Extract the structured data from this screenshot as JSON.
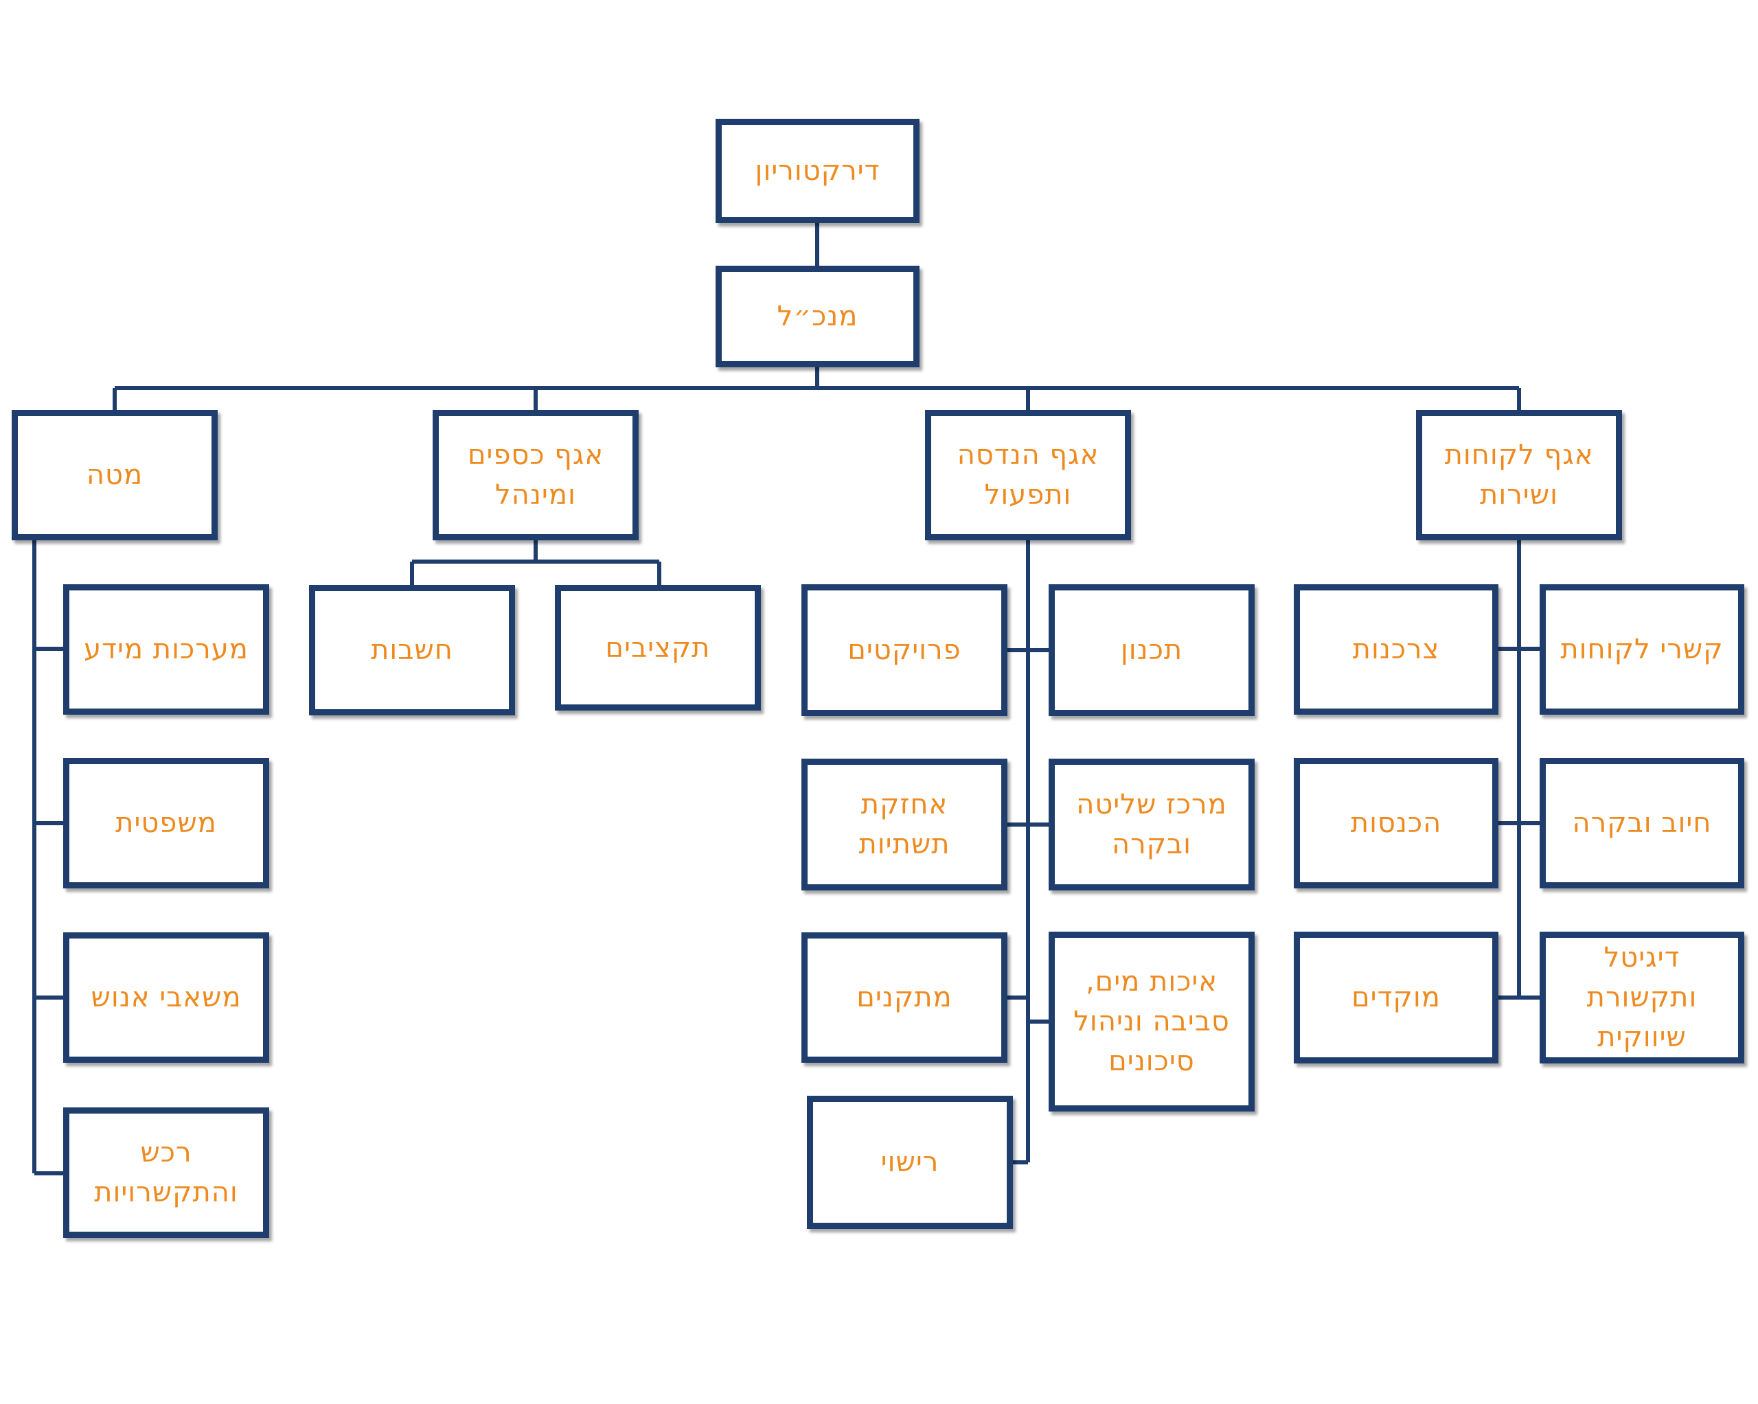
{
  "nodes": {
    "board": "דירקטוריון",
    "ceo": "מנכ״ל",
    "staff": "מטה",
    "finance": "אגף כספים\nומינהל",
    "engineering": "אגף הנדסה\nותפעול",
    "customers": "אגף לקוחות\nושירות",
    "it": "מערכות מידע",
    "legal": "משפטית",
    "hr": "משאבי אנוש",
    "procurement": "רכש\nוהתקשרויות",
    "accounting": "חשבות",
    "budgets": "תקציבים",
    "projects": "פרויקטים",
    "planning": "תכנון",
    "maintenance": "אחזקת\nתשתיות",
    "control_center": "מרכז שליטה\nובקרה",
    "facilities": "מתקנים",
    "water_quality": "איכות מים,\nסביבה וניהול\nסיכונים",
    "licensing": "רישוי",
    "consumption": "צרכנות",
    "customer_relations": "קשרי לקוחות",
    "revenue": "הכנסות",
    "billing": "חיוב ובקרה",
    "call_centers": "מוקדים",
    "digital": "דיגיטל\nותקשורת\nשיווקית"
  },
  "colors": {
    "border": "#1f3e6e",
    "text": "#ee8a1f",
    "line": "#1f3e6e"
  }
}
